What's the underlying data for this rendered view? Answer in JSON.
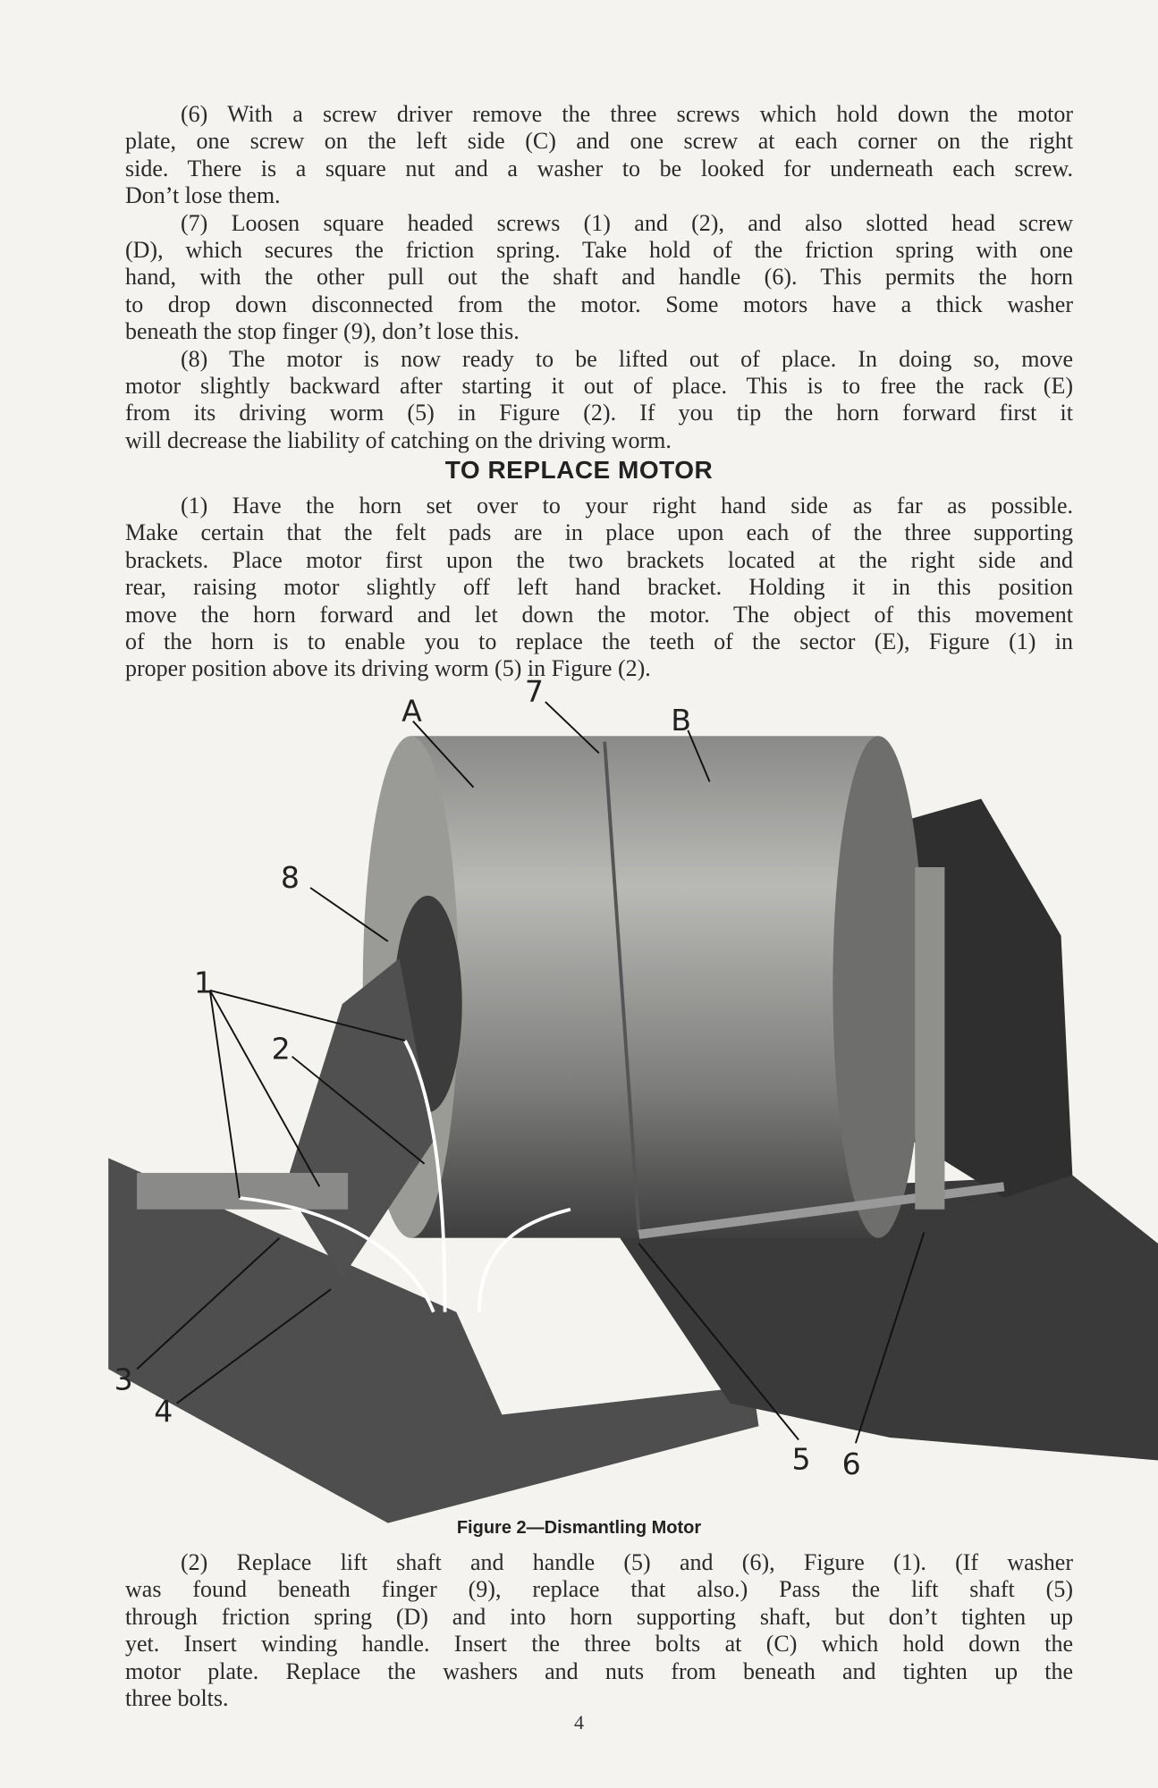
{
  "block1": [
    "(6) With a screw driver remove the three screws which hold down the motor",
    "plate, one screw on the left side (C) and one screw at each corner on the right",
    "side.  There is a square nut and a washer to be looked for underneath each screw.",
    "Don’t lose them.",
    "(7) Loosen square headed screws (1) and (2), and also slotted head screw",
    "(D), which secures the friction spring.  Take hold of the friction spring with one",
    "hand, with the other pull out the shaft and handle (6).  This permits the horn",
    "to drop down disconnected from the motor.  Some motors have a thick washer",
    "beneath the stop finger (9), don’t lose this.",
    "(8) The motor is now ready to be lifted out of place.  In doing so, move",
    "motor slightly backward after starting it out of place.  This is to free the rack (E)",
    "from its driving worm (5) in Figure (2).  If you tip the horn forward first it",
    "will decrease the liability of catching on the driving worm."
  ],
  "heading": "TO REPLACE MOTOR",
  "block2": [
    "(1) Have the horn set over to your right hand side as far as possible.",
    "Make certain that the felt pads are in place upon each of the three supporting",
    "brackets.  Place motor first upon the two brackets located at the right side and",
    "rear, raising motor slightly off left hand bracket.  Holding it in this position",
    "move the horn forward and let down the motor.  The object of this movement",
    "of the horn is to enable you to replace the teeth of the sector (E), Figure (1) in",
    "proper position above its driving worm (5) in Figure (2)."
  ],
  "figure": {
    "labels": {
      "A": "A",
      "seven": "7",
      "B": "B",
      "eight": "8",
      "one": "1",
      "two": "2",
      "three": "3",
      "four": "4",
      "five": "5",
      "six": "6"
    },
    "caption": "Figure 2—Dismantling Motor"
  },
  "block3": [
    "(2) Replace lift shaft and handle (5) and (6), Figure (1).  (If washer",
    "was found beneath finger (9), replace that also.)  Pass the lift shaft (5)",
    "through friction spring (D) and into horn supporting shaft, but don’t tighten up",
    "yet.  Insert winding handle.  Insert the three bolts at (C) which hold down the",
    "motor plate.  Replace the washers and nuts from beneath and tighten up the",
    "three bolts."
  ],
  "page_number": "4"
}
